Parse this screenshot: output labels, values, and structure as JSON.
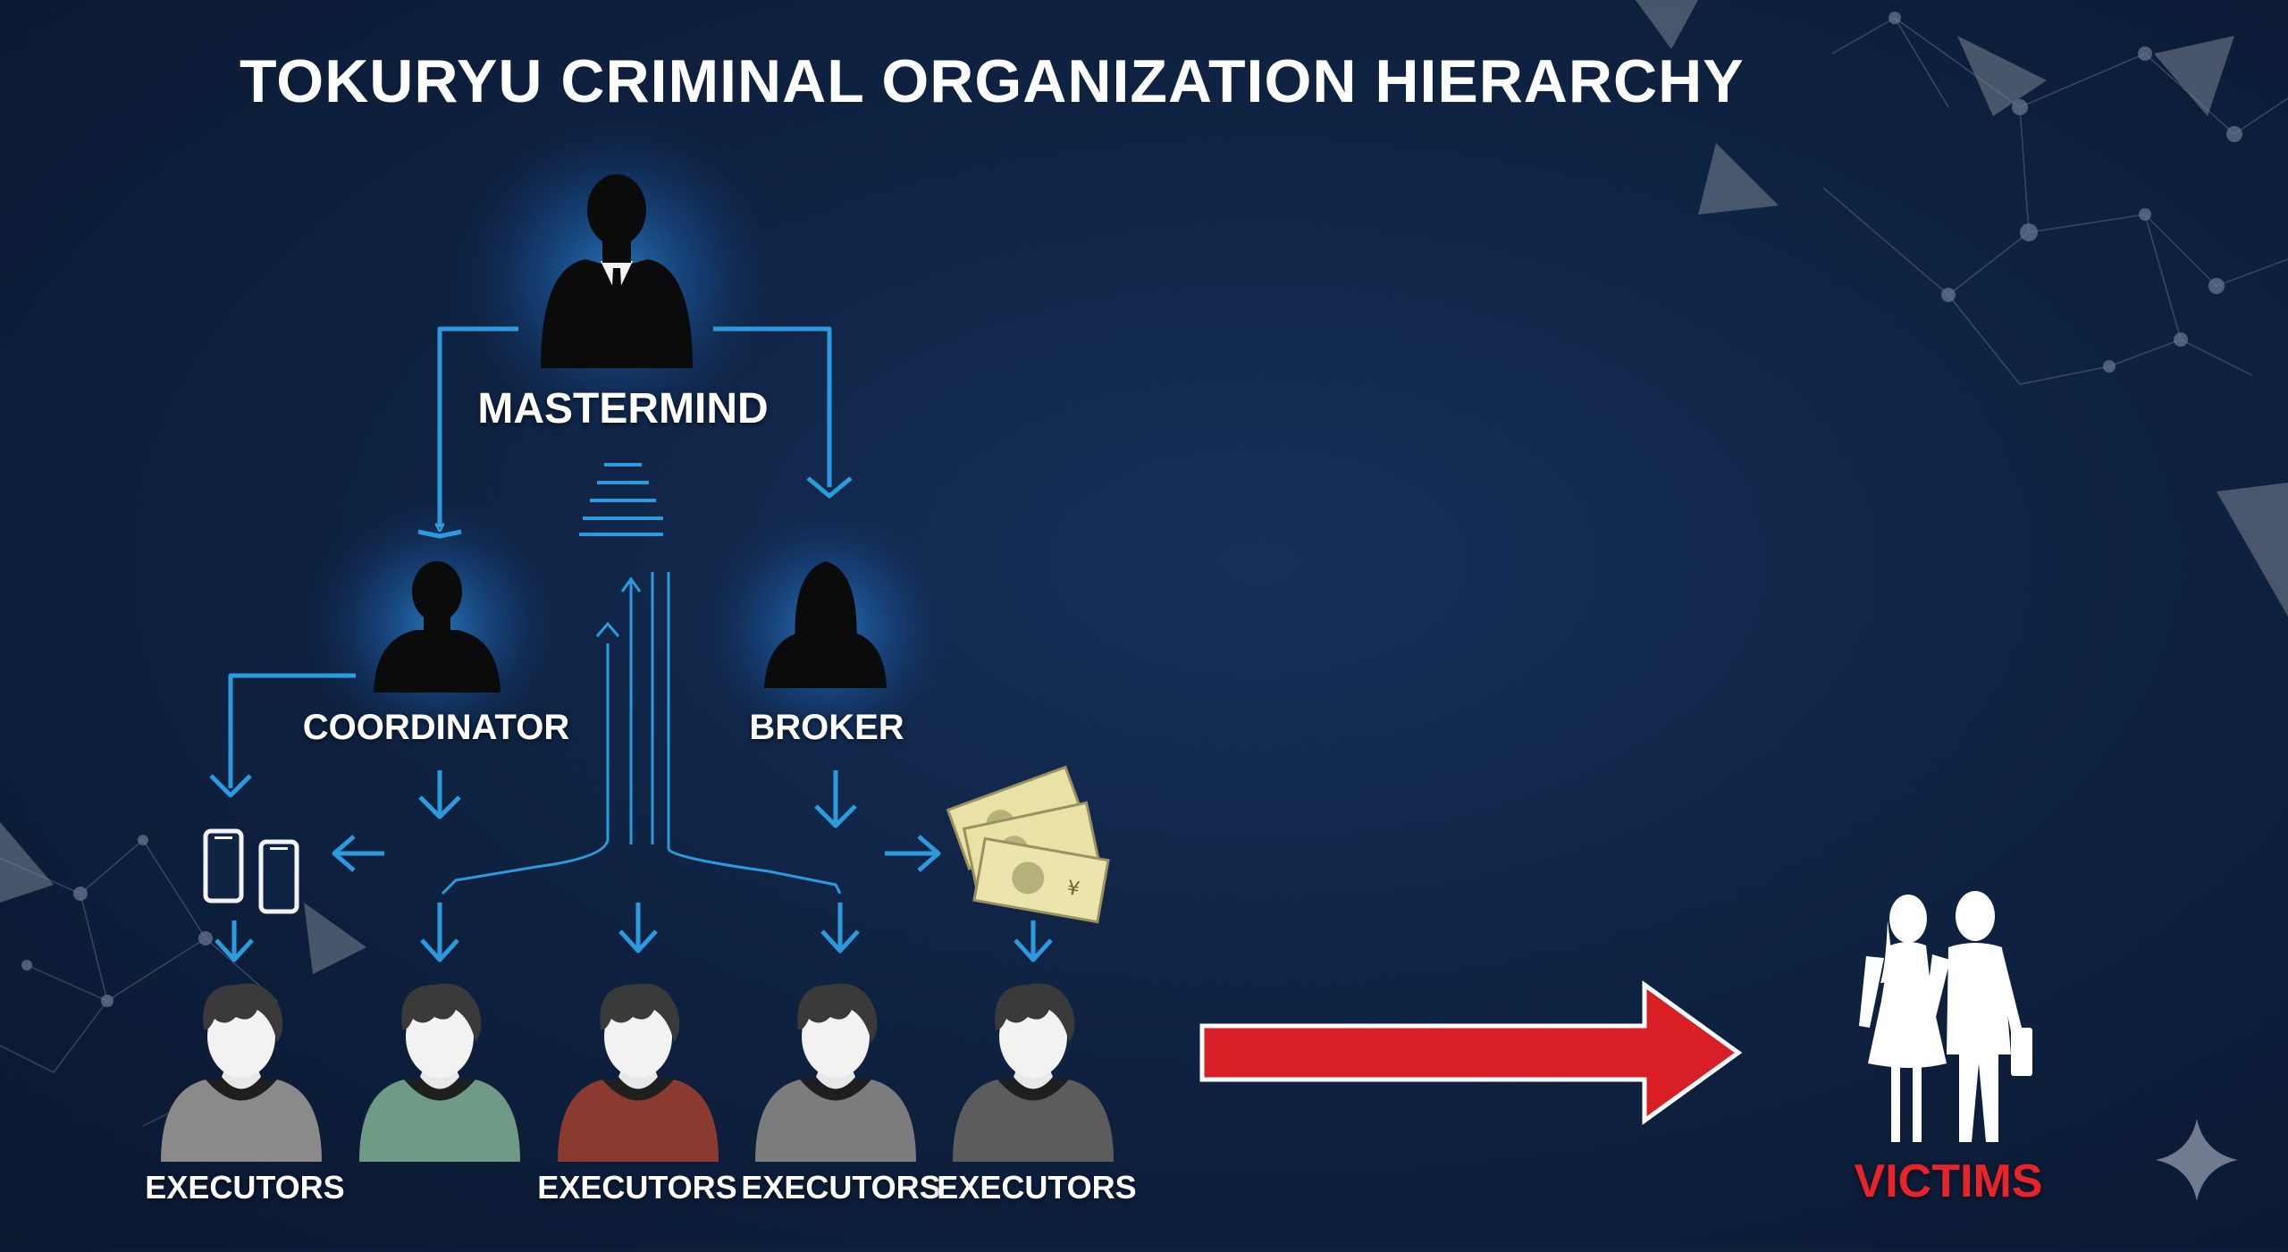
{
  "title": "TOKURYU CRIMINAL ORGANIZATION HIERARCHY",
  "nodes": {
    "mastermind": "MASTERMIND",
    "coordinator": "COORDINATOR",
    "broker": "BROKER",
    "victims": "VICTIMS"
  },
  "executors": [
    {
      "label": "EXECUTORS",
      "hoodie": "#8a8a8a"
    },
    {
      "label": "",
      "hoodie": "#6f9a86"
    },
    {
      "label": "EXECUTORS",
      "hoodie": "#8a3a2e"
    },
    {
      "label": "EXECUTORS",
      "hoodie": "#7c7c7c"
    },
    {
      "label": "EXECUTORS",
      "hoodie": "#5c5c5c"
    }
  ],
  "colors": {
    "flow_arrow": "#2b9be0",
    "victim_arrow": "#d81f26",
    "victims_text": "#e8242a",
    "money": "#e9e2a6"
  },
  "icons": [
    "mastermind-silhouette-icon",
    "coordinator-silhouette-icon",
    "broker-silhouette-icon",
    "smartphone-icon",
    "banknotes-icon",
    "victims-couple-icon"
  ]
}
